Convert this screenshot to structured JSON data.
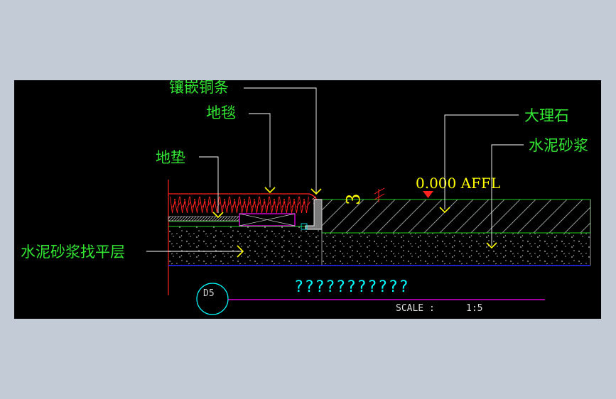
{
  "labels": {
    "inlay_copper_strip": "镶嵌铜条",
    "carpet": "地毯",
    "underlay": "地垫",
    "marble": "大理石",
    "cement_mortar": "水泥砂浆",
    "cement_leveling_layer": "水泥砂浆找平层"
  },
  "elevation": {
    "text": "0.000 AFFL"
  },
  "dimension": {
    "text": "3"
  },
  "detail": {
    "id": "D5",
    "title": "???????????",
    "scale_label": "SCALE :",
    "scale_value": "1:5"
  },
  "colors": {
    "background_outer": "#c3cbd6",
    "drawing_background": "#000000",
    "label_green": "#33e633",
    "leader_yellow": "#ffff00",
    "carpet_red": "#ff2020",
    "outline_green": "#22cc22",
    "magenta": "#ff00ff",
    "blue": "#2a2aff",
    "cyan": "#00ffff",
    "white": "#ffffff",
    "hatch_gray": "#9aa0a0"
  }
}
